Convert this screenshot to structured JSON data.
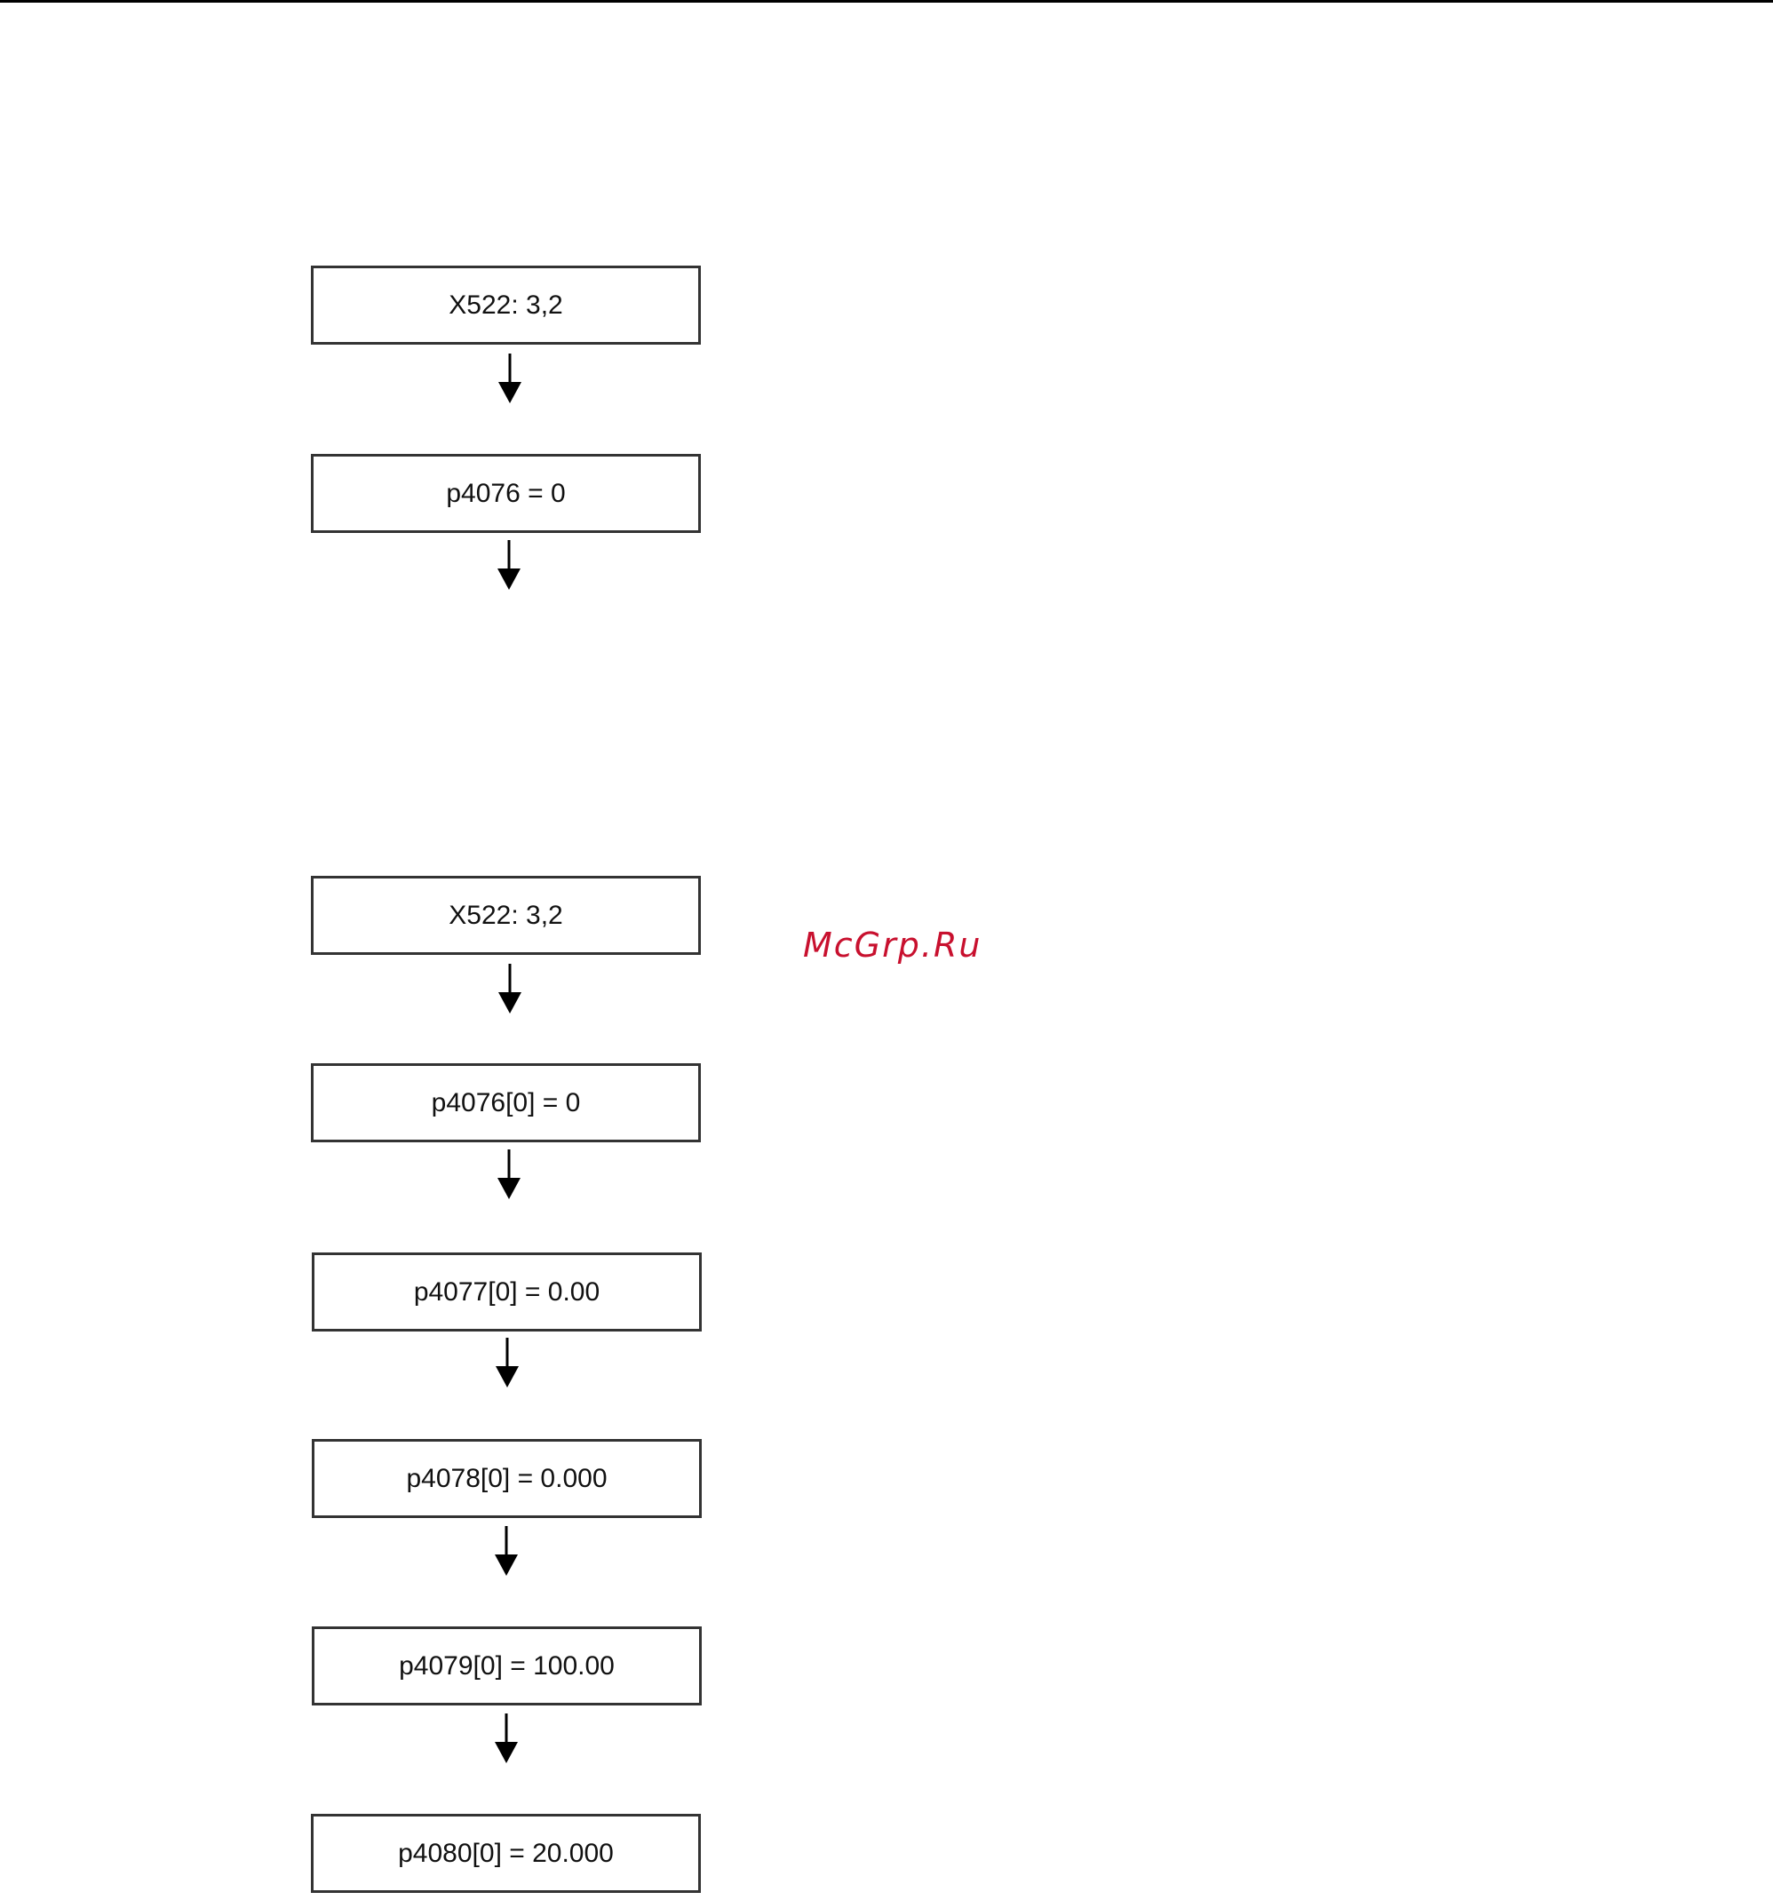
{
  "diagram_1": {
    "steps": [
      "X522: 3,2",
      "p4076 = 0"
    ]
  },
  "diagram_2": {
    "steps": [
      "X522: 3,2",
      "p4076[0] = 0",
      "p4077[0] = 0.00",
      "p4078[0] = 0.000",
      "p4079[0] = 100.00",
      "p4080[0] = 20.000"
    ]
  },
  "watermark": {
    "text": "McGrp.Ru",
    "color": "#c8102e"
  },
  "colors": {
    "line": "#000000",
    "box_border": "#333333"
  }
}
